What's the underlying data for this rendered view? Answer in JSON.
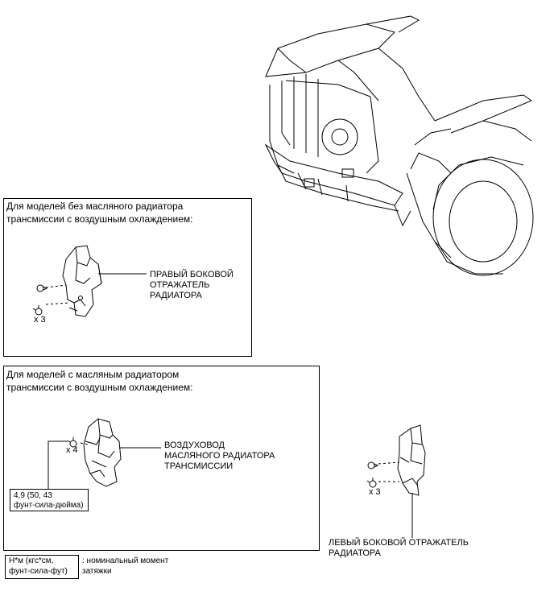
{
  "box1": {
    "header_line1": "Для моделей без масляного радиатора",
    "header_line2": "трансмиссии с воздушным охлаждением:",
    "part_label_line1": "ПРАВЫЙ БОКОВОЙ",
    "part_label_line2": "ОТРАЖАТЕЛЬ",
    "part_label_line3": "РАДИАТОРА",
    "qty": "x 3"
  },
  "box2": {
    "header_line1": "Для моделей с масляным радиатором",
    "header_line2": "трансмиссии с воздушным охлаждением:",
    "part_label_line1": "ВОЗДУХОВОД",
    "part_label_line2": "МАСЛЯНОГО РАДИАТОРА",
    "part_label_line3": "ТРАНСМИССИИ",
    "qty": "x 4",
    "torque_line1": "4,9 (50, 43",
    "torque_line2": "фунт-сила-дюйма)"
  },
  "left_part": {
    "qty": "x 3",
    "label_line1": "ЛЕВЫЙ БОКОВОЙ ОТРАЖАТЕЛЬ",
    "label_line2": "РАДИАТОРА"
  },
  "legend": {
    "unit_line1": "Н*м (кгс*см,",
    "unit_line2": "фунт-сила-фут)",
    "desc_line1": ": номинальный момент",
    "desc_line2": "затяжки"
  }
}
